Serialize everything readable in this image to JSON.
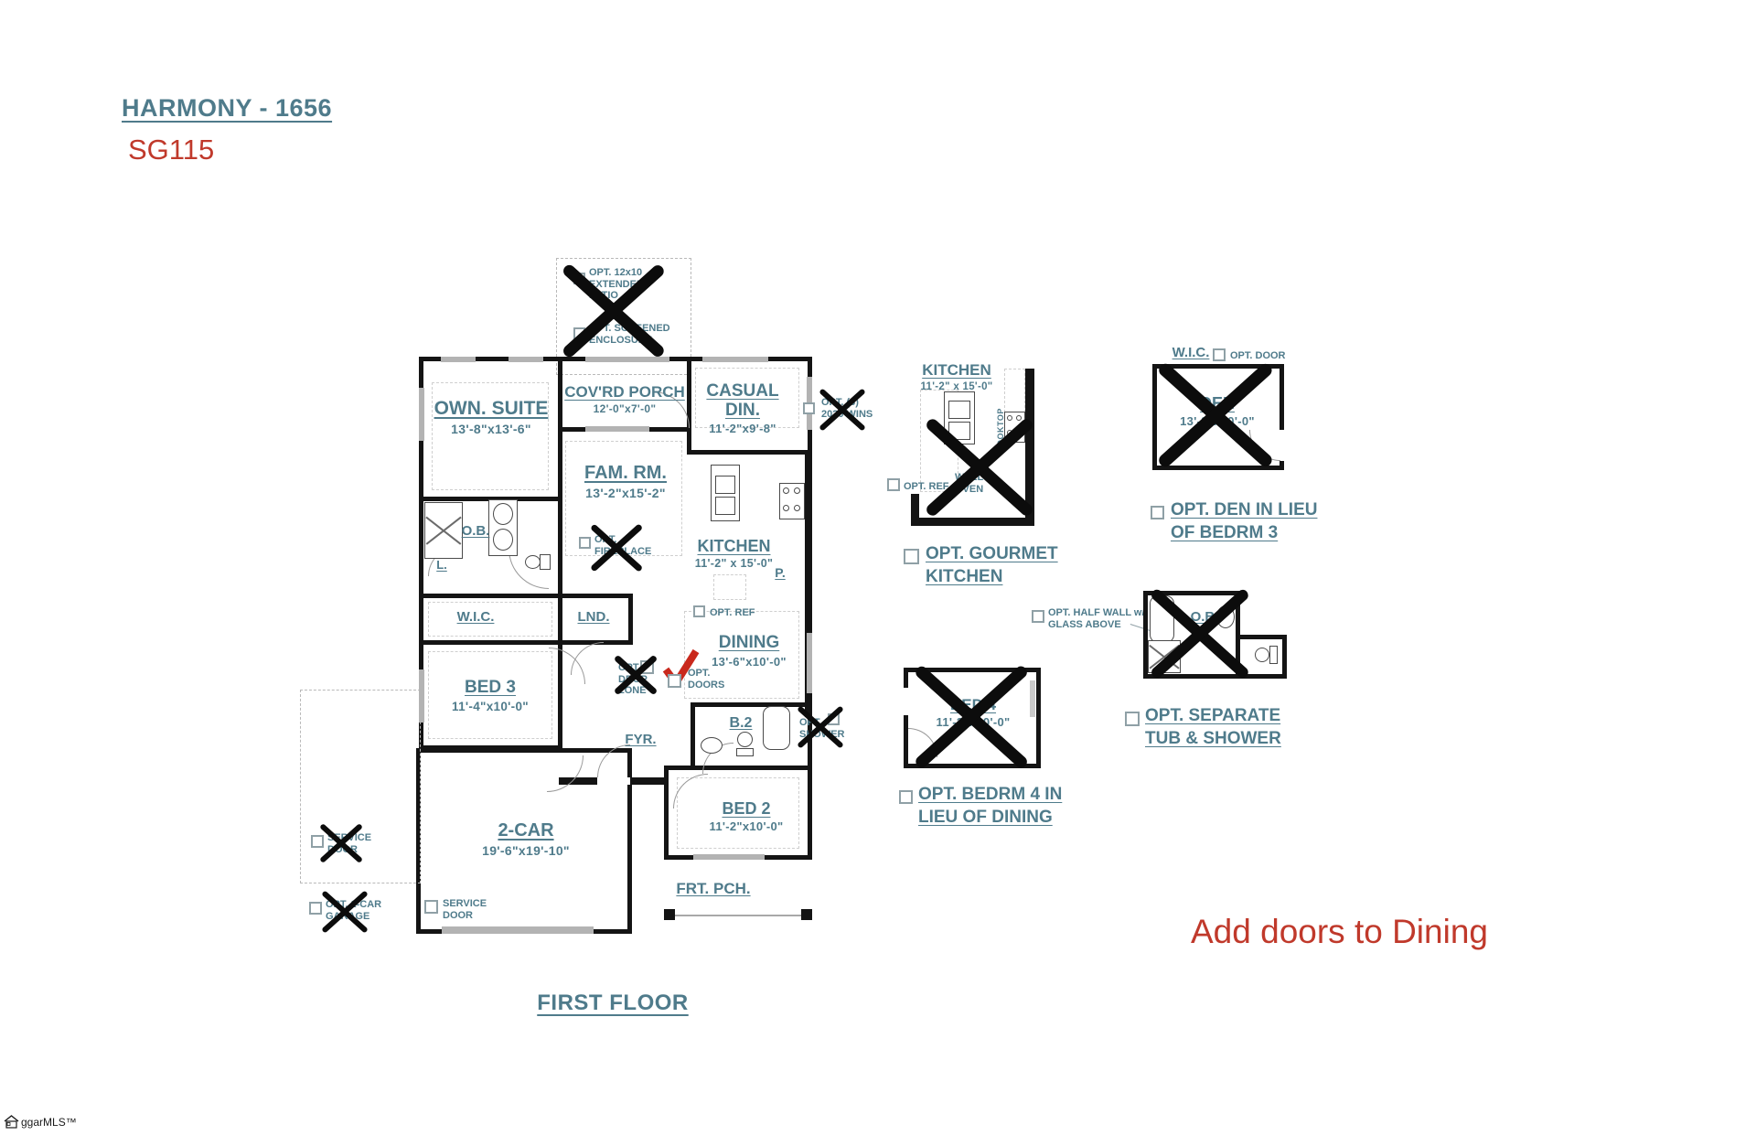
{
  "header": {
    "title": "HARMONY - 1656",
    "code": "SG115"
  },
  "floor_label": "FIRST FLOOR",
  "annotation": {
    "note": "Add doors to Dining"
  },
  "watermark": {
    "text": "ggarMLS™"
  },
  "rooms": {
    "own_suite": {
      "name": "OWN. SUITE",
      "dims": "13'-8\"x13'-6\""
    },
    "covrd_porch": {
      "name": "COV'RD PORCH",
      "dims": "12'-0\"x7'-0\""
    },
    "casual_din": {
      "name": "CASUAL DIN.",
      "dims": "11'-2\"x9'-8\""
    },
    "fam_rm": {
      "name": "FAM. RM.",
      "dims": "13'-2\"x15'-2\""
    },
    "kitchen": {
      "name": "KITCHEN",
      "dims": "11'-2\" x 15'-0\""
    },
    "dining": {
      "name": "DINING",
      "dims": "13'-6\"x10'-0\""
    },
    "bed3": {
      "name": "BED 3",
      "dims": "11'-4\"x10'-0\""
    },
    "bed2": {
      "name": "BED 2",
      "dims": "11'-2\"x10'-0\""
    },
    "garage": {
      "name": "2-CAR",
      "dims": "19'-6\"x19'-10\""
    },
    "ob": "O.B.",
    "l": "L.",
    "wic": "W.I.C.",
    "lnd": "LND.",
    "fyr": "FYR.",
    "b2": "B.2",
    "p": "P.",
    "frt_pch": "FRT. PCH."
  },
  "plan_options": {
    "ext_patio": "OPT. 12x10 EXTENDED PATIO",
    "screened": "OPT. SCREENED ENCLOSURE",
    "wins": "OPT. (3) 2020 WINS",
    "fireplace": "OPT. FIREPLACE",
    "ref": "OPT. REF",
    "drop_zone": "OPT. DROP ZONE",
    "doors": "OPT. DOORS",
    "shower": "OPT. SHOWER",
    "service_door_left": "SERVICE DOOR",
    "one_car": "OPT. 1-CAR GARAGE",
    "service_door": "SERVICE DOOR"
  },
  "side_options": {
    "gourmet": {
      "room": "KITCHEN",
      "dims": "11'-2\" x 15'-0\"",
      "cooktop": "COOKTOP",
      "wall_oven": "WALL OVEN",
      "ref": "OPT. REF",
      "label": "OPT. GOURMET KITCHEN"
    },
    "den": {
      "wic": "W.I.C.",
      "door": "OPT. DOOR",
      "room": "DEN",
      "dims": "13'-8\"x10'-0\"",
      "label": "OPT. DEN IN LIEU OF BEDRM 3"
    },
    "tub_shower": {
      "half_wall": "OPT. HALF WALL w/ GLASS ABOVE",
      "room": "O.B.",
      "label": "OPT. SEPARATE TUB & SHOWER"
    },
    "bed4": {
      "room": "BED 4",
      "dims": "11'-2\"x10'-0\"",
      "label": "OPT. BEDRM 4 IN LIEU OF DINING"
    }
  },
  "colors": {
    "teal": "#4f7b8b",
    "red": "#c0392b",
    "wall": "#141414"
  }
}
